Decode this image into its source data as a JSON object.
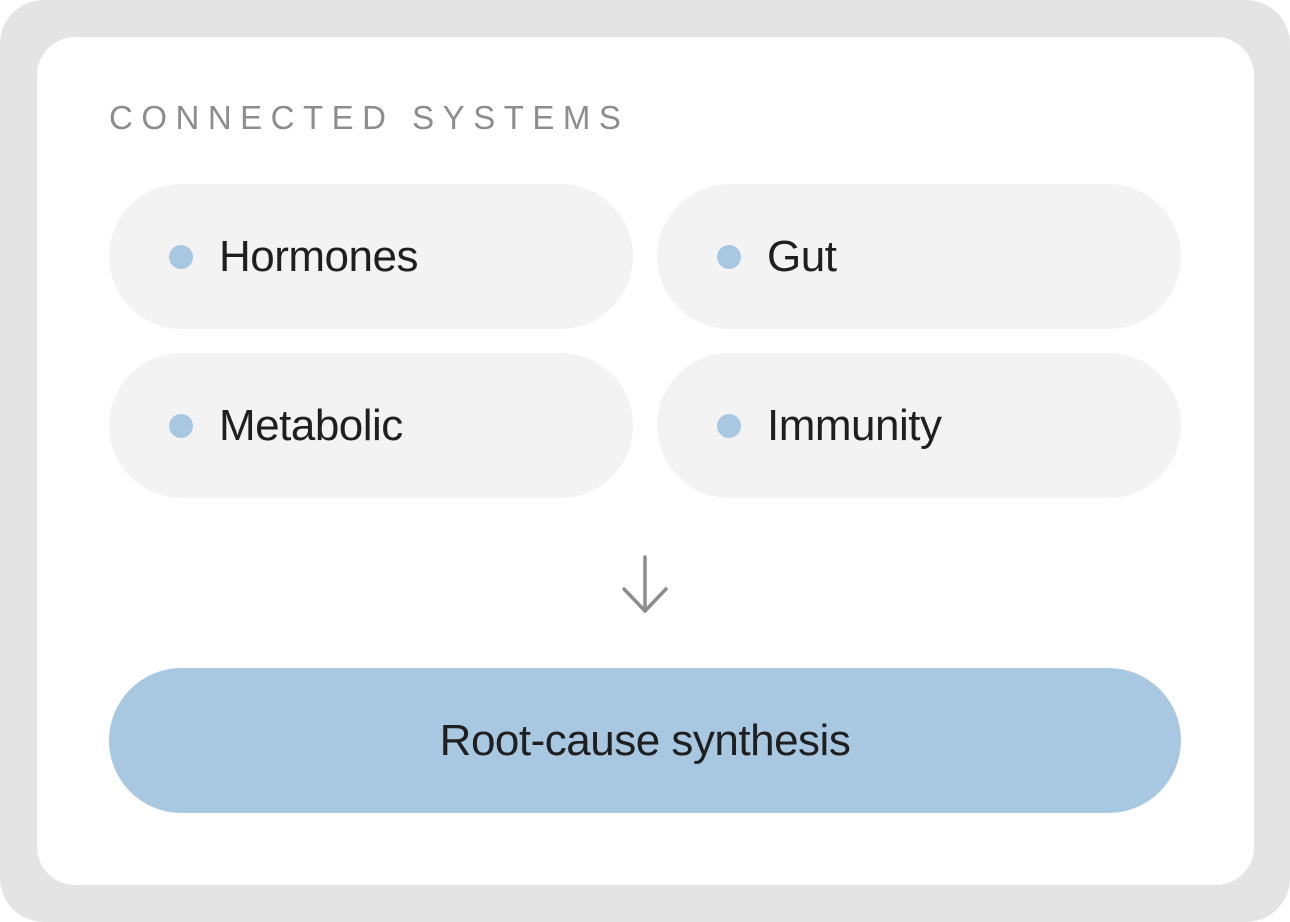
{
  "colors": {
    "frame": "#e3e4e3",
    "card": "#ffffff",
    "pill": "#f3f3f3",
    "dot": "#a8c8e2",
    "synthesis": "#a8c8e2",
    "label": "#8c8d8c",
    "text": "#1f1f1f",
    "arrow": "#8c8d8c"
  },
  "section": {
    "title": "CONNECTED SYSTEMS"
  },
  "systems": [
    {
      "label": "Hormones"
    },
    {
      "label": "Gut"
    },
    {
      "label": "Metabolic"
    },
    {
      "label": "Immunity"
    }
  ],
  "arrow_icon": "arrow-down-icon",
  "result": {
    "label": "Root-cause synthesis"
  }
}
